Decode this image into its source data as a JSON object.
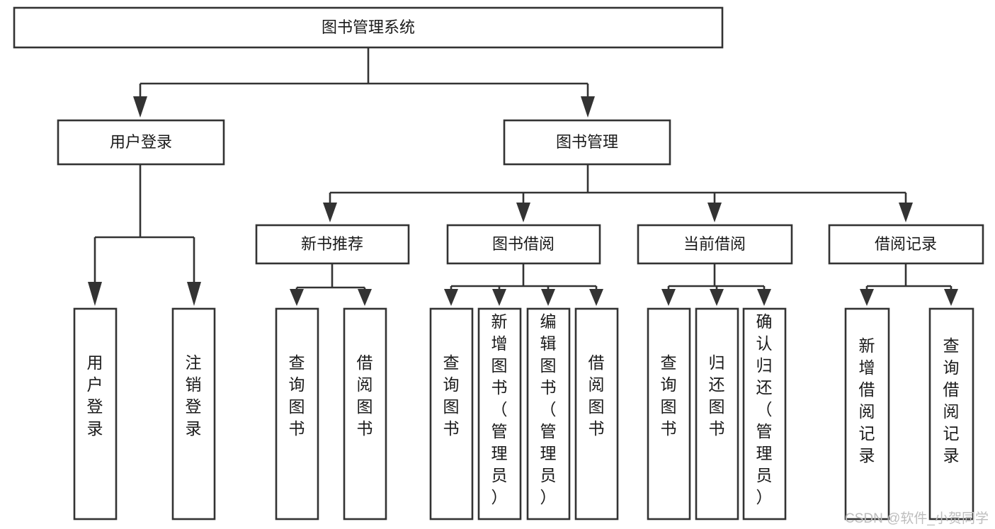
{
  "diagram": {
    "title": "图书管理系统",
    "type": "tree-hierarchy",
    "root": {
      "id": "root",
      "label": "图书管理系统"
    },
    "level1": [
      {
        "id": "user-login",
        "label": "用户登录"
      },
      {
        "id": "book-manage",
        "label": "图书管理"
      }
    ],
    "level2": [
      {
        "id": "new-book-rec",
        "label": "新书推荐",
        "parent": "book-manage"
      },
      {
        "id": "book-borrow",
        "label": "图书借阅",
        "parent": "book-manage"
      },
      {
        "id": "current-borrow",
        "label": "当前借阅",
        "parent": "book-manage"
      },
      {
        "id": "borrow-record",
        "label": "借阅记录",
        "parent": "book-manage"
      }
    ],
    "leaves": [
      {
        "id": "leaf-user-login",
        "label": "用户登录",
        "parent": "user-login"
      },
      {
        "id": "leaf-logout",
        "label": "注销登录",
        "parent": "user-login"
      },
      {
        "id": "leaf-query-book-1",
        "label": "查询图书",
        "parent": "new-book-rec"
      },
      {
        "id": "leaf-borrow-book-1",
        "label": "借阅图书",
        "parent": "new-book-rec"
      },
      {
        "id": "leaf-query-book-2",
        "label": "查询图书",
        "parent": "book-borrow"
      },
      {
        "id": "leaf-add-book",
        "label": "新增图书（管理员）",
        "parent": "book-borrow"
      },
      {
        "id": "leaf-edit-book",
        "label": "编辑图书（管理员）",
        "parent": "book-borrow"
      },
      {
        "id": "leaf-borrow-book-2",
        "label": "借阅图书",
        "parent": "book-borrow"
      },
      {
        "id": "leaf-query-book-3",
        "label": "查询图书",
        "parent": "current-borrow"
      },
      {
        "id": "leaf-return-book",
        "label": "归还图书",
        "parent": "current-borrow"
      },
      {
        "id": "leaf-confirm-return",
        "label": "确认归还（管理员）",
        "parent": "current-borrow"
      },
      {
        "id": "leaf-add-record",
        "label": "新增借阅记录",
        "parent": "borrow-record"
      },
      {
        "id": "leaf-query-record",
        "label": "查询借阅记录",
        "parent": "borrow-record"
      }
    ]
  },
  "watermark": {
    "text": "CSDN @软件_小贺同学"
  },
  "colors": {
    "stroke": "#333333",
    "fill": "#ffffff",
    "text": "#1a1a1a",
    "watermark": "#bdbdbd"
  }
}
